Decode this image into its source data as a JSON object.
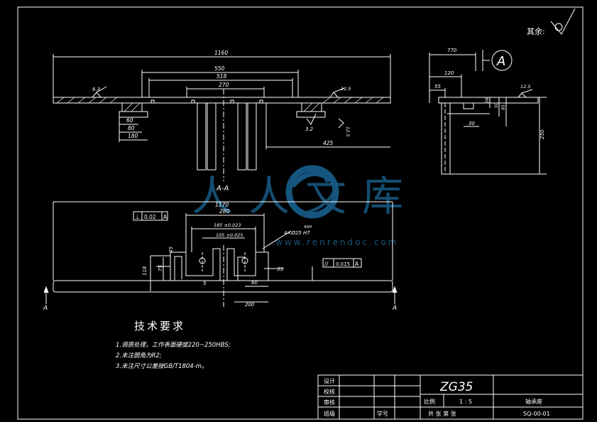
{
  "roughness_other": "其余:",
  "view_label": "A-A",
  "datum_label": "A",
  "section_marks": [
    "A",
    "A"
  ],
  "dims_top_view": {
    "overall": "1160",
    "d550": "550",
    "d518": "518",
    "d270": "270",
    "d60": "60",
    "d80": "80",
    "d180": "180",
    "d425": "425",
    "ra63": "6.3",
    "ra125": "12.5",
    "ra32": "3.2",
    "ra125b": "12.5"
  },
  "dims_side_view": {
    "d770": "770",
    "d120": "120",
    "d55": "55",
    "d26": "26",
    "d50": "50",
    "d95": "95",
    "d30": "30",
    "d250": "250",
    "ra125": "12.5"
  },
  "dims_section": {
    "overall": "1170",
    "d280": "280",
    "d185": "185 ±0.023",
    "d105": "105 ±0.025",
    "holes": "4×Ø25 H7",
    "d118": "118",
    "d75": "75",
    "d45": "45",
    "d5": "5",
    "d60": "60",
    "d35": "35",
    "d200": "200",
    "depth": "40H"
  },
  "tolerance_frame_1": {
    "symbol": "⊥",
    "value": "0.02",
    "datum": "A"
  },
  "tolerance_frame_2": {
    "symbol": "//",
    "value": "0.015",
    "datum": "A"
  },
  "tech_requirements": {
    "title": "技术要求",
    "items": [
      "1.调质处理，工作表面硬度220~250HBS;",
      "2.未注圆角为R2;",
      "3.未注尺寸公差按GB/T1804-m。"
    ]
  },
  "title_block": {
    "material": "ZG35",
    "labels": [
      "设计",
      "校核",
      "审核",
      "班级",
      "学号"
    ],
    "scale_label": "比例",
    "scale_value": "1 : 5",
    "sheet_text": "共  张  第  张",
    "part_name": "轴承座",
    "drawing_no": "SQ-00-01"
  },
  "watermark": {
    "brand": "人人文库",
    "url": "www.renrendoc.com"
  }
}
